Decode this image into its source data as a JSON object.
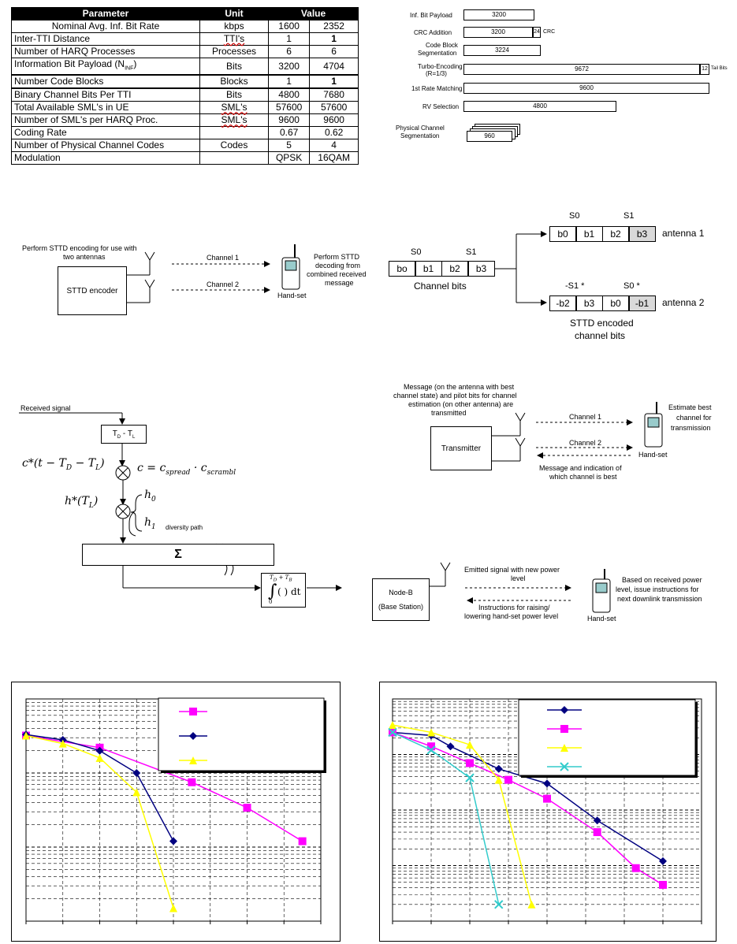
{
  "table": {
    "headers": [
      "Parameter",
      "Unit",
      "Value"
    ],
    "rows": [
      {
        "param": "Nominal Avg. Inf. Bit Rate",
        "unit": "kbps",
        "v1": "1600",
        "v2": "2352"
      },
      {
        "param": "Inter-TTI Distance",
        "unit": "TTI's",
        "v1": "1",
        "v2": "1"
      },
      {
        "param": "Number of HARQ Processes",
        "unit": "Processes",
        "v1": "6",
        "v2": "6"
      },
      {
        "param": "Information Bit Payload (N",
        "param_sub": "INF",
        "param_end": ")",
        "unit": "Bits",
        "v1": "3200",
        "v2": "4704"
      },
      {
        "param": "Number Code Blocks",
        "unit": "Blocks",
        "v1": "1",
        "v2": "1"
      },
      {
        "param": "Binary Channel Bits Per TTI",
        "unit": "Bits",
        "v1": "4800",
        "v2": "7680"
      },
      {
        "param": "Total Available SML's in UE",
        "unit": "SML's",
        "v1": "57600",
        "v2": "57600"
      },
      {
        "param": "Number of SML's per HARQ Proc.",
        "unit": "SML's",
        "v1": "9600",
        "v2": "9600"
      },
      {
        "param": "Coding Rate",
        "unit": "",
        "v1": "0.67",
        "v2": "0.62"
      },
      {
        "param": "Number of Physical Channel Codes",
        "unit": "Codes",
        "v1": "5",
        "v2": "4"
      },
      {
        "param": "Modulation",
        "unit": "",
        "v1": "QPSK",
        "v2": "16QAM"
      }
    ]
  },
  "coding_chain": {
    "inf_label": "Inf. Bit Payload",
    "inf_value": "3200",
    "crc_label": "CRC Addition",
    "crc_value": "3200",
    "crc_bits": "24",
    "crc_tag": "CRC",
    "seg_label_1": "Code Block",
    "seg_label_2": "Segmentation",
    "seg_value": "3224",
    "turbo_label_1": "Turbo-Encoding",
    "turbo_label_2": "(R=1/3)",
    "turbo_value": "9672",
    "tail_bits": "12",
    "tail_tag": "Tail Bits",
    "rm_label": "1st Rate Matching",
    "rm_value": "9600",
    "rv_label": "RV Selection",
    "rv_value": "4800",
    "phys_label_1": "Physical Channel",
    "phys_label_2": "Segmentation",
    "phys_value": "960"
  },
  "sttd": {
    "top_note_1": "Perform STTD encoding for use with",
    "top_note_2": "two antennas",
    "encoder": "STTD encoder",
    "channel1": "Channel 1",
    "channel2": "Channel 2",
    "handset": "Hand-set",
    "decode_1": "Perform STTD",
    "decode_2": "decoding from",
    "decode_3": "combined received",
    "decode_4": "message"
  },
  "sttd_bits": {
    "s0": "S0",
    "s1": "S1",
    "channel_bits": [
      "bo",
      "b1",
      "b2",
      "b3"
    ],
    "channel_bits_label": "Channel bits",
    "ant1_s0": "S0",
    "ant1_s1": "S1",
    "ant1_bits": [
      "b0",
      "b1",
      "b2",
      "b3"
    ],
    "ant1_label": "antenna 1",
    "ant2_s1": "-S1 *",
    "ant2_s0": "S0 *",
    "ant2_bits": [
      "-b2",
      "b3",
      "b0",
      "-b1"
    ],
    "ant2_label": "antenna 2",
    "encoded_1": "STTD encoded",
    "encoded_2": "channel bits"
  },
  "receiver": {
    "received": "Received signal",
    "delay": "T",
    "delay_sub_d": "D",
    "delay_sep": " - T",
    "delay_sub_l": "L",
    "sum": "Σ",
    "diversity": "diversity path"
  },
  "tsd": {
    "note_1": "Message (on the antenna with best",
    "note_2": "channel state) and pilot bits for channel",
    "note_3": "estimation (on other antenna) are",
    "note_4": "transmitted",
    "transmitter": "Transmitter",
    "channel1": "Channel 1",
    "channel2": "Channel 2",
    "feedback_1": "Message and indication of",
    "feedback_2": "which channel is best",
    "handset": "Hand-set",
    "estimate_1": "Estimate best",
    "estimate_2": "channel for",
    "estimate_3": "transmission"
  },
  "power": {
    "emitted_1": "Emitted signal with new power",
    "emitted_2": "level",
    "nodeb_1": "Node-B",
    "nodeb_2": "(Base Station)",
    "instr_1": "Instructions for raising/",
    "instr_2": "lowering hand-set power level",
    "handset": "Hand-set",
    "based_1": "Based on received power",
    "based_2": "level, issue instructions for",
    "based_3": "next downlink transmission"
  },
  "colors": {
    "magenta": "#ff00ff",
    "navy": "#000080",
    "yellow": "#ffff00",
    "cyan": "#33cccc"
  },
  "chart_data": [
    {
      "type": "line",
      "log_y": true,
      "xlim": [
        0,
        8
      ],
      "ylim": [
        0.001,
        1
      ],
      "grid": true,
      "legend": "top-right",
      "series": [
        {
          "marker": "square",
          "color": "#ff00ff",
          "x": [
            0,
            2,
            4.5,
            6,
            7.5
          ],
          "y": [
            0.32,
            0.22,
            0.075,
            0.034,
            0.012
          ]
        },
        {
          "marker": "diamond",
          "color": "#000080",
          "x": [
            0,
            1,
            2,
            3,
            4
          ],
          "y": [
            0.33,
            0.28,
            0.2,
            0.1,
            0.012
          ]
        },
        {
          "marker": "triangle",
          "color": "#ffff00",
          "x": [
            0,
            1,
            2,
            3,
            4
          ],
          "y": [
            0.32,
            0.25,
            0.16,
            0.055,
            0.0015
          ]
        }
      ]
    },
    {
      "type": "line",
      "log_y": true,
      "xlim": [
        0,
        8
      ],
      "ylim": [
        0.0001,
        1
      ],
      "grid": true,
      "legend": "top-right",
      "series": [
        {
          "marker": "diamond",
          "color": "#000080",
          "x": [
            0,
            1,
            1.5,
            2.75,
            4,
            5.3,
            7
          ],
          "y": [
            0.25,
            0.22,
            0.14,
            0.055,
            0.03,
            0.0065,
            0.0012
          ]
        },
        {
          "marker": "square",
          "color": "#ff00ff",
          "x": [
            0,
            1,
            2,
            3,
            4,
            5.3,
            6.3,
            7
          ],
          "y": [
            0.25,
            0.14,
            0.07,
            0.035,
            0.016,
            0.004,
            0.0009,
            0.00045
          ]
        },
        {
          "marker": "triangle",
          "color": "#ffff00",
          "x": [
            0,
            1,
            2,
            2.75,
            3.6
          ],
          "y": [
            0.34,
            0.25,
            0.15,
            0.035,
            0.0002
          ]
        },
        {
          "marker": "x",
          "color": "#33cccc",
          "x": [
            0,
            1,
            2,
            2.75
          ],
          "y": [
            0.25,
            0.12,
            0.038,
            0.0002
          ]
        }
      ]
    }
  ]
}
